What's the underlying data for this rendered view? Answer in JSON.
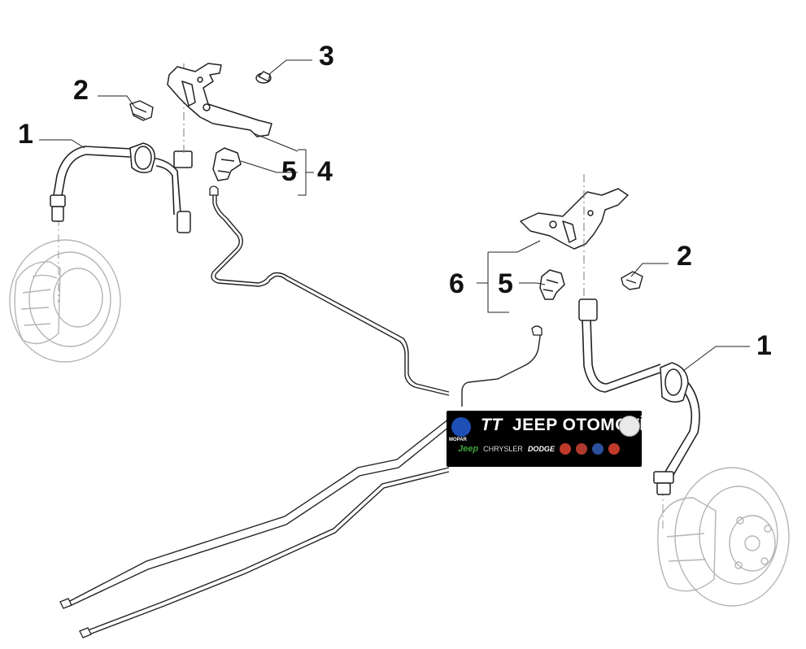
{
  "callouts": [
    {
      "id": "c1-left",
      "label": "1"
    },
    {
      "id": "c2-left",
      "label": "2"
    },
    {
      "id": "c3",
      "label": "3"
    },
    {
      "id": "c5-left",
      "label": "5"
    },
    {
      "id": "c4",
      "label": "4"
    },
    {
      "id": "c6",
      "label": "6"
    },
    {
      "id": "c5-right",
      "label": "5"
    },
    {
      "id": "c2-right",
      "label": "2"
    },
    {
      "id": "c1-right",
      "label": "1"
    }
  ],
  "watermark": {
    "logo_mark": "TT",
    "title": "JEEP OTOMOTİV",
    "mopar_text": "MOPAR",
    "brands": [
      "Jeep",
      "CHRYSLER",
      "DODGE"
    ],
    "badge_colors": [
      "#c0392b",
      "#b03a2e",
      "#2c4f9e",
      "#c0392b"
    ]
  },
  "colors": {
    "line": "#222222",
    "faint_line": "#b5b5b5",
    "text": "#111111",
    "panel": "#000000"
  }
}
